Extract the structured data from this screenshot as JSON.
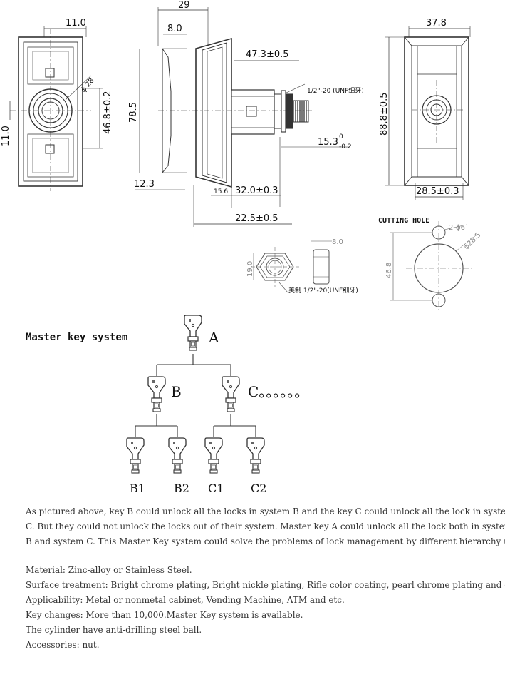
{
  "front_view": {
    "dim_top": "11.0",
    "dim_left": "11.0",
    "dim_dia": "ϕ 28",
    "dim_height": "46.8±0.2"
  },
  "side_view": {
    "dim_top": "29",
    "dim_8": "8.0",
    "dim_78": "78.5",
    "dim_12": "12.3",
    "dim_47": "47.3±0.5",
    "thread": "1/2\"-20 (UNF细牙)",
    "dim_15": "15.3",
    "dim_15_sup": "0",
    "dim_15_sub": "-0.2",
    "dim_156": "15.6",
    "dim_32": "32.0±0.3",
    "dim_225": "22.5±0.5"
  },
  "back_view": {
    "dim_top": "37.8",
    "dim_height": "88.8±0.5",
    "dim_bottom": "28.5±0.3"
  },
  "nut": {
    "dim_width": "8.0",
    "dim_height": "19.0",
    "caption": "美制 1/2\"-20(UNF细牙)"
  },
  "cutting_hole": {
    "title": "CUTTING HOLE",
    "dim_small": "2-ϕ6",
    "dim_big": "ϕ28.5",
    "dim_height": "46.8"
  },
  "master_key": {
    "title": "Master key system",
    "labels": {
      "a": "A",
      "b": "B",
      "c": "C。。。。。。",
      "b1": "B1",
      "b2": "B2",
      "c1": "C1",
      "c2": "C2"
    }
  },
  "description": [
    "As pictured above, key B could unlock all the locks in system B and the key C could unlock all the lock in system",
    "C. But they could not unlock the locks out of their system. Master key A could unlock all the lock both in system",
    "B and system C. This Master Key system could solve the problems of lock management by different hierarchy users."
  ],
  "specs": [
    "Material: Zinc-alloy or Stainless Steel.",
    "Surface treatment: Bright chrome plating, Bright nickle plating, Rifle color coating, pearl chrome plating and etc.",
    "Applicability: Metal or nonmetal cabinet, Vending Machine, ATM and etc.",
    "Key changes: More than 10,000.Master Key system is available.",
    "The cylinder have anti-drilling steel ball.",
    "Accessories: nut."
  ]
}
